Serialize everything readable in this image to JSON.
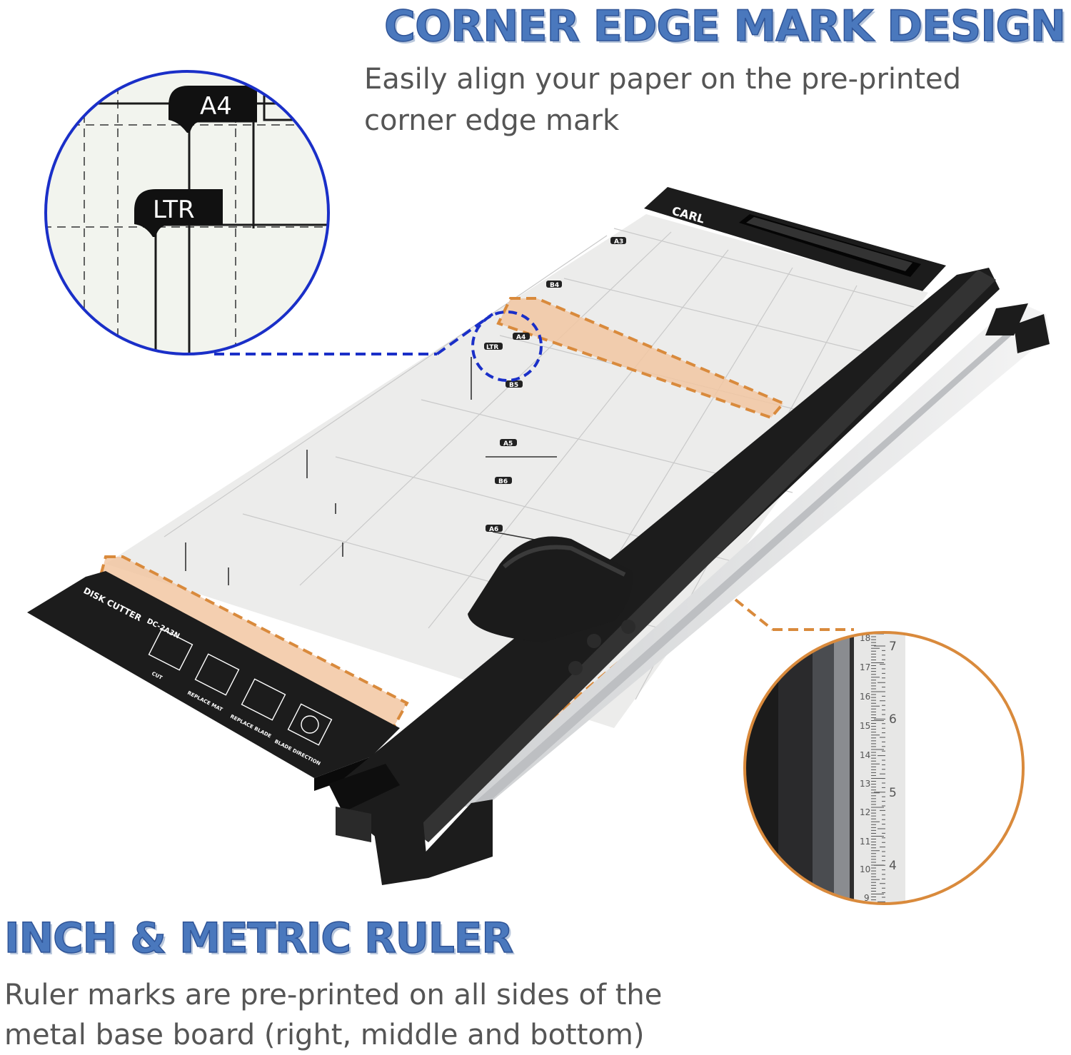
{
  "headline_top": "CORNER EDGE MARK DESIGN",
  "description_top": [
    "Easily align your paper on the pre-printed",
    "corner edge mark"
  ],
  "headline_bottom": "INCH & METRIC RULER",
  "description_bottom": [
    "Ruler marks are pre-printed on all sides of the",
    "metal base board (right, middle and bottom)"
  ],
  "zoom_top": {
    "labels": [
      "A4",
      "LTR"
    ]
  },
  "zoom_bottom": {
    "cm_ticks": [
      "18",
      "17",
      "16",
      "15",
      "14",
      "13",
      "12",
      "11",
      "10",
      "9"
    ],
    "inch_ticks": [
      "7",
      "6",
      "5",
      "4"
    ]
  },
  "cutter": {
    "brand": "CARL",
    "model_title": "DISK CUTTER",
    "model_code": "DC-2A3N",
    "board_labels": [
      "A3",
      "B4",
      "A4",
      "LTR",
      "B5",
      "A5",
      "B6",
      "A6"
    ],
    "panel_labels": [
      "CUT",
      "REPLACE MAT",
      "REPLACE BLADE",
      "BLADE DIRECTION"
    ]
  },
  "colors": {
    "heading_blue": "#4a78bd",
    "heading_outline": "#2f5497",
    "zoom_ring_top": "#1a2fc8",
    "highlight_orange": "#d98a3c",
    "highlight_fill": "#f2c7a2",
    "body_text": "#555555"
  }
}
